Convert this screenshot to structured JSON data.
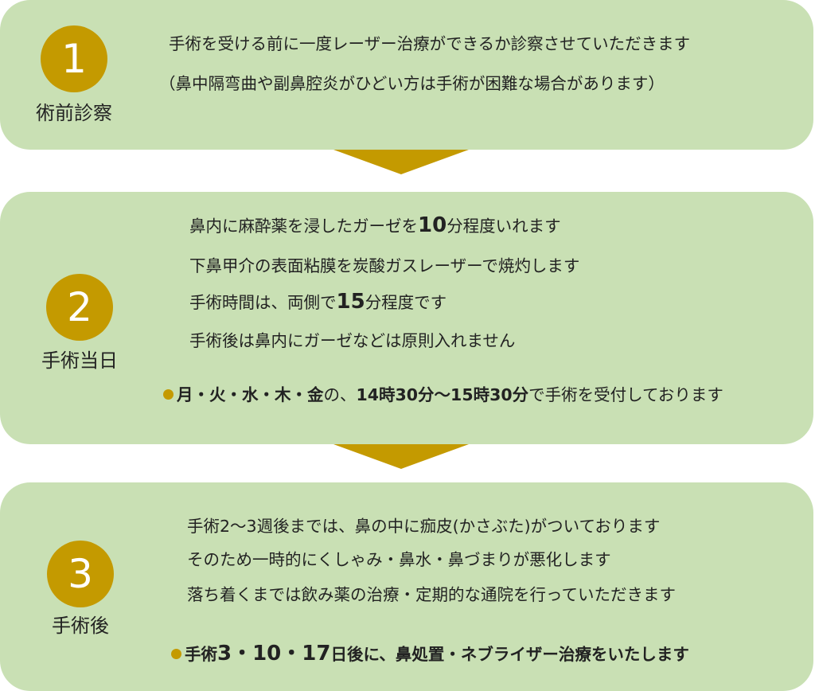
{
  "accent_color": "#c49a00",
  "panel_color": "#c9e0b4",
  "steps": [
    {
      "number": "1",
      "label": "術前診察",
      "lines": [
        "手術を受ける前に一度レーザー治療ができるか診察させていただきます",
        "（鼻中隔弯曲や副鼻腔炎がひどい方は手術が困難な場合があります）"
      ]
    },
    {
      "number": "2",
      "label": "手術当日",
      "line1": {
        "a": "鼻内に麻酔薬を浸したガーゼを",
        "num": "10",
        "b": "分程度いれます"
      },
      "line2": "下鼻甲介の表面粘膜を炭酸ガスレーザーで焼灼します",
      "line3": {
        "a": "手術時間は、両側で",
        "num": "15",
        "b": "分程度です"
      },
      "line4": "手術後は鼻内にガーゼなどは原則入れません",
      "note": {
        "days": "月・火・水・木・金",
        "mid": "の、",
        "time": "14時30分〜15時30分",
        "end": "で手術を受付しております"
      }
    },
    {
      "number": "3",
      "label": "手術後",
      "lines": [
        "手術2〜3週後までは、鼻の中に痂皮(かさぶた)がついております",
        "そのため一時的にくしゃみ・鼻水・鼻づまりが悪化します",
        "落ち着くまでは飲み薬の治療・定期的な通院を行っていただきます"
      ],
      "note": {
        "pre": "手術",
        "nums": "3・10・17",
        "post": "日後に、鼻処置・ネブライザー治療をいたします"
      }
    }
  ]
}
